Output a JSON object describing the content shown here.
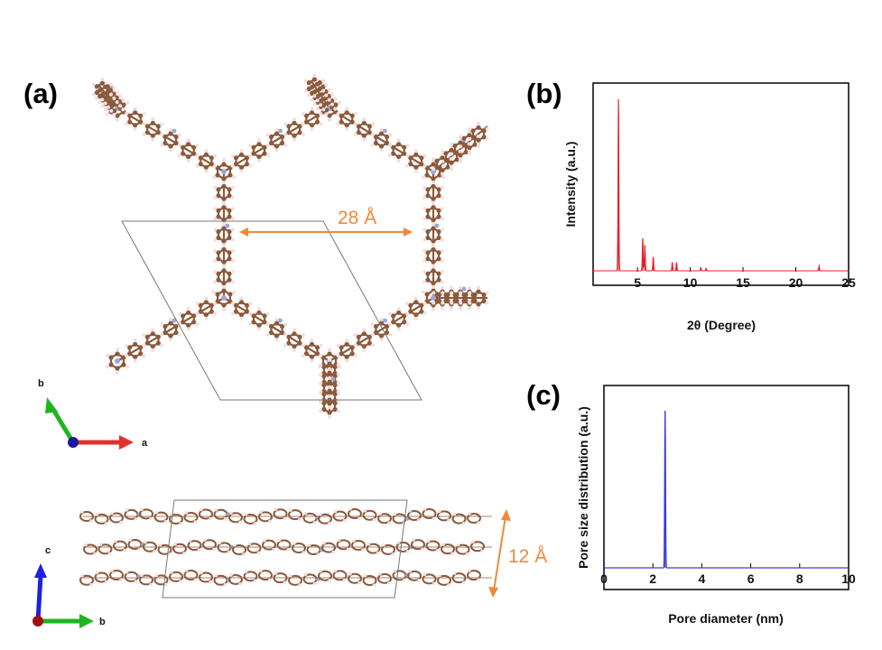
{
  "panels": {
    "a": {
      "label": "(a)",
      "pore_dimension": "28 Å",
      "layer_spacing": "12 Å",
      "top_axes": {
        "b": "b",
        "a": "a"
      },
      "bottom_axes": {
        "c": "c",
        "b": "b"
      }
    },
    "b": {
      "label": "(b)"
    },
    "c": {
      "label": "(c)"
    }
  },
  "colors": {
    "pxrd": "#e8202a",
    "psd": "#3a3ad6",
    "dimension": "#f0883a",
    "atom_c": "#8b5a3c",
    "atom_n": "#9da8d8",
    "atom_h": "#f2dede"
  },
  "chart_data": [
    {
      "type": "line",
      "panel": "(b)",
      "xlabel": "2θ (Degree)",
      "ylabel": "Intensity (a.u.)",
      "xlim": [
        0.8,
        25
      ],
      "ylim": [
        0,
        100
      ],
      "xticks": [
        5,
        10,
        15,
        20,
        25
      ],
      "peaks": [
        {
          "x": 3.2,
          "y": 100
        },
        {
          "x": 5.5,
          "y": 19
        },
        {
          "x": 5.7,
          "y": 15
        },
        {
          "x": 6.5,
          "y": 8
        },
        {
          "x": 8.3,
          "y": 5
        },
        {
          "x": 8.7,
          "y": 5
        },
        {
          "x": 11.0,
          "y": 2
        },
        {
          "x": 11.5,
          "y": 1.5
        },
        {
          "x": 22.2,
          "y": 3
        }
      ],
      "baseline": 0.5
    },
    {
      "type": "line",
      "panel": "(c)",
      "xlabel": "Pore diameter (nm)",
      "ylabel": "Pore size distribution (a.u.)",
      "xlim": [
        0,
        10
      ],
      "ylim": [
        0,
        100
      ],
      "xticks": [
        0,
        2,
        4,
        6,
        8,
        10
      ],
      "peaks": [
        {
          "x": 2.5,
          "y": 100
        }
      ],
      "baseline": 0
    }
  ]
}
